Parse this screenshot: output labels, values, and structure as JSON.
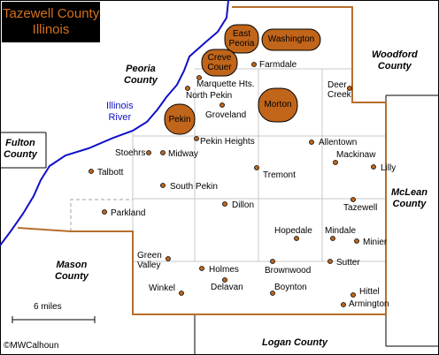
{
  "title": {
    "line1": "Tazewell County",
    "line2": "Illinois"
  },
  "colors": {
    "county_border": "#b56e2c",
    "city_fill": "#c0651a",
    "river": "#1010c8",
    "grid": "#c8c8c8"
  },
  "counties": {
    "peoria": [
      "Peoria",
      "County"
    ],
    "woodford": [
      "Woodford",
      "County"
    ],
    "fulton": [
      "Fulton",
      "County"
    ],
    "mclean": [
      "McLean",
      "County"
    ],
    "mason": [
      "Mason",
      "County"
    ],
    "logan": "Logan County"
  },
  "river": [
    "Illinois",
    "River"
  ],
  "cities": {
    "east_peoria": [
      "East",
      "Peoria"
    ],
    "washington": "Washington",
    "creve_couer": [
      "Creve",
      "Couer"
    ],
    "pekin": "Pekin",
    "morton": "Morton"
  },
  "towns": {
    "farmdale": "Farmdale",
    "marquette_hts": "Marquette Hts.",
    "north_pekin": "North Pekin",
    "groveland": "Groveland",
    "deer_creek": [
      "Deer",
      "Creek"
    ],
    "pekin_heights": "Pekin Heights",
    "allentown": "Allentown",
    "stoehrs": "Stoehrs",
    "midway": "Midway",
    "mackinaw": "Mackinaw",
    "lilly": "Lilly",
    "talbott": "Talbott",
    "tremont": "Tremont",
    "south_pekin": "South Pekin",
    "dillon": "Dillon",
    "tazewell": "Tazewell",
    "parkland": "Parkland",
    "hopedale": "Hopedale",
    "mindale": "Mindale",
    "minier": "Minier",
    "green_valley": [
      "Green",
      "Valley"
    ],
    "holmes": "Holmes",
    "sutter": "Sutter",
    "brownwood": "Brownwood",
    "delavan": "Delavan",
    "winkel": "Winkel",
    "boynton": "Boynton",
    "hittel": "Hittel",
    "armington": "Armington"
  },
  "scale_label": "6 miles",
  "credit": "©MWCalhoun"
}
